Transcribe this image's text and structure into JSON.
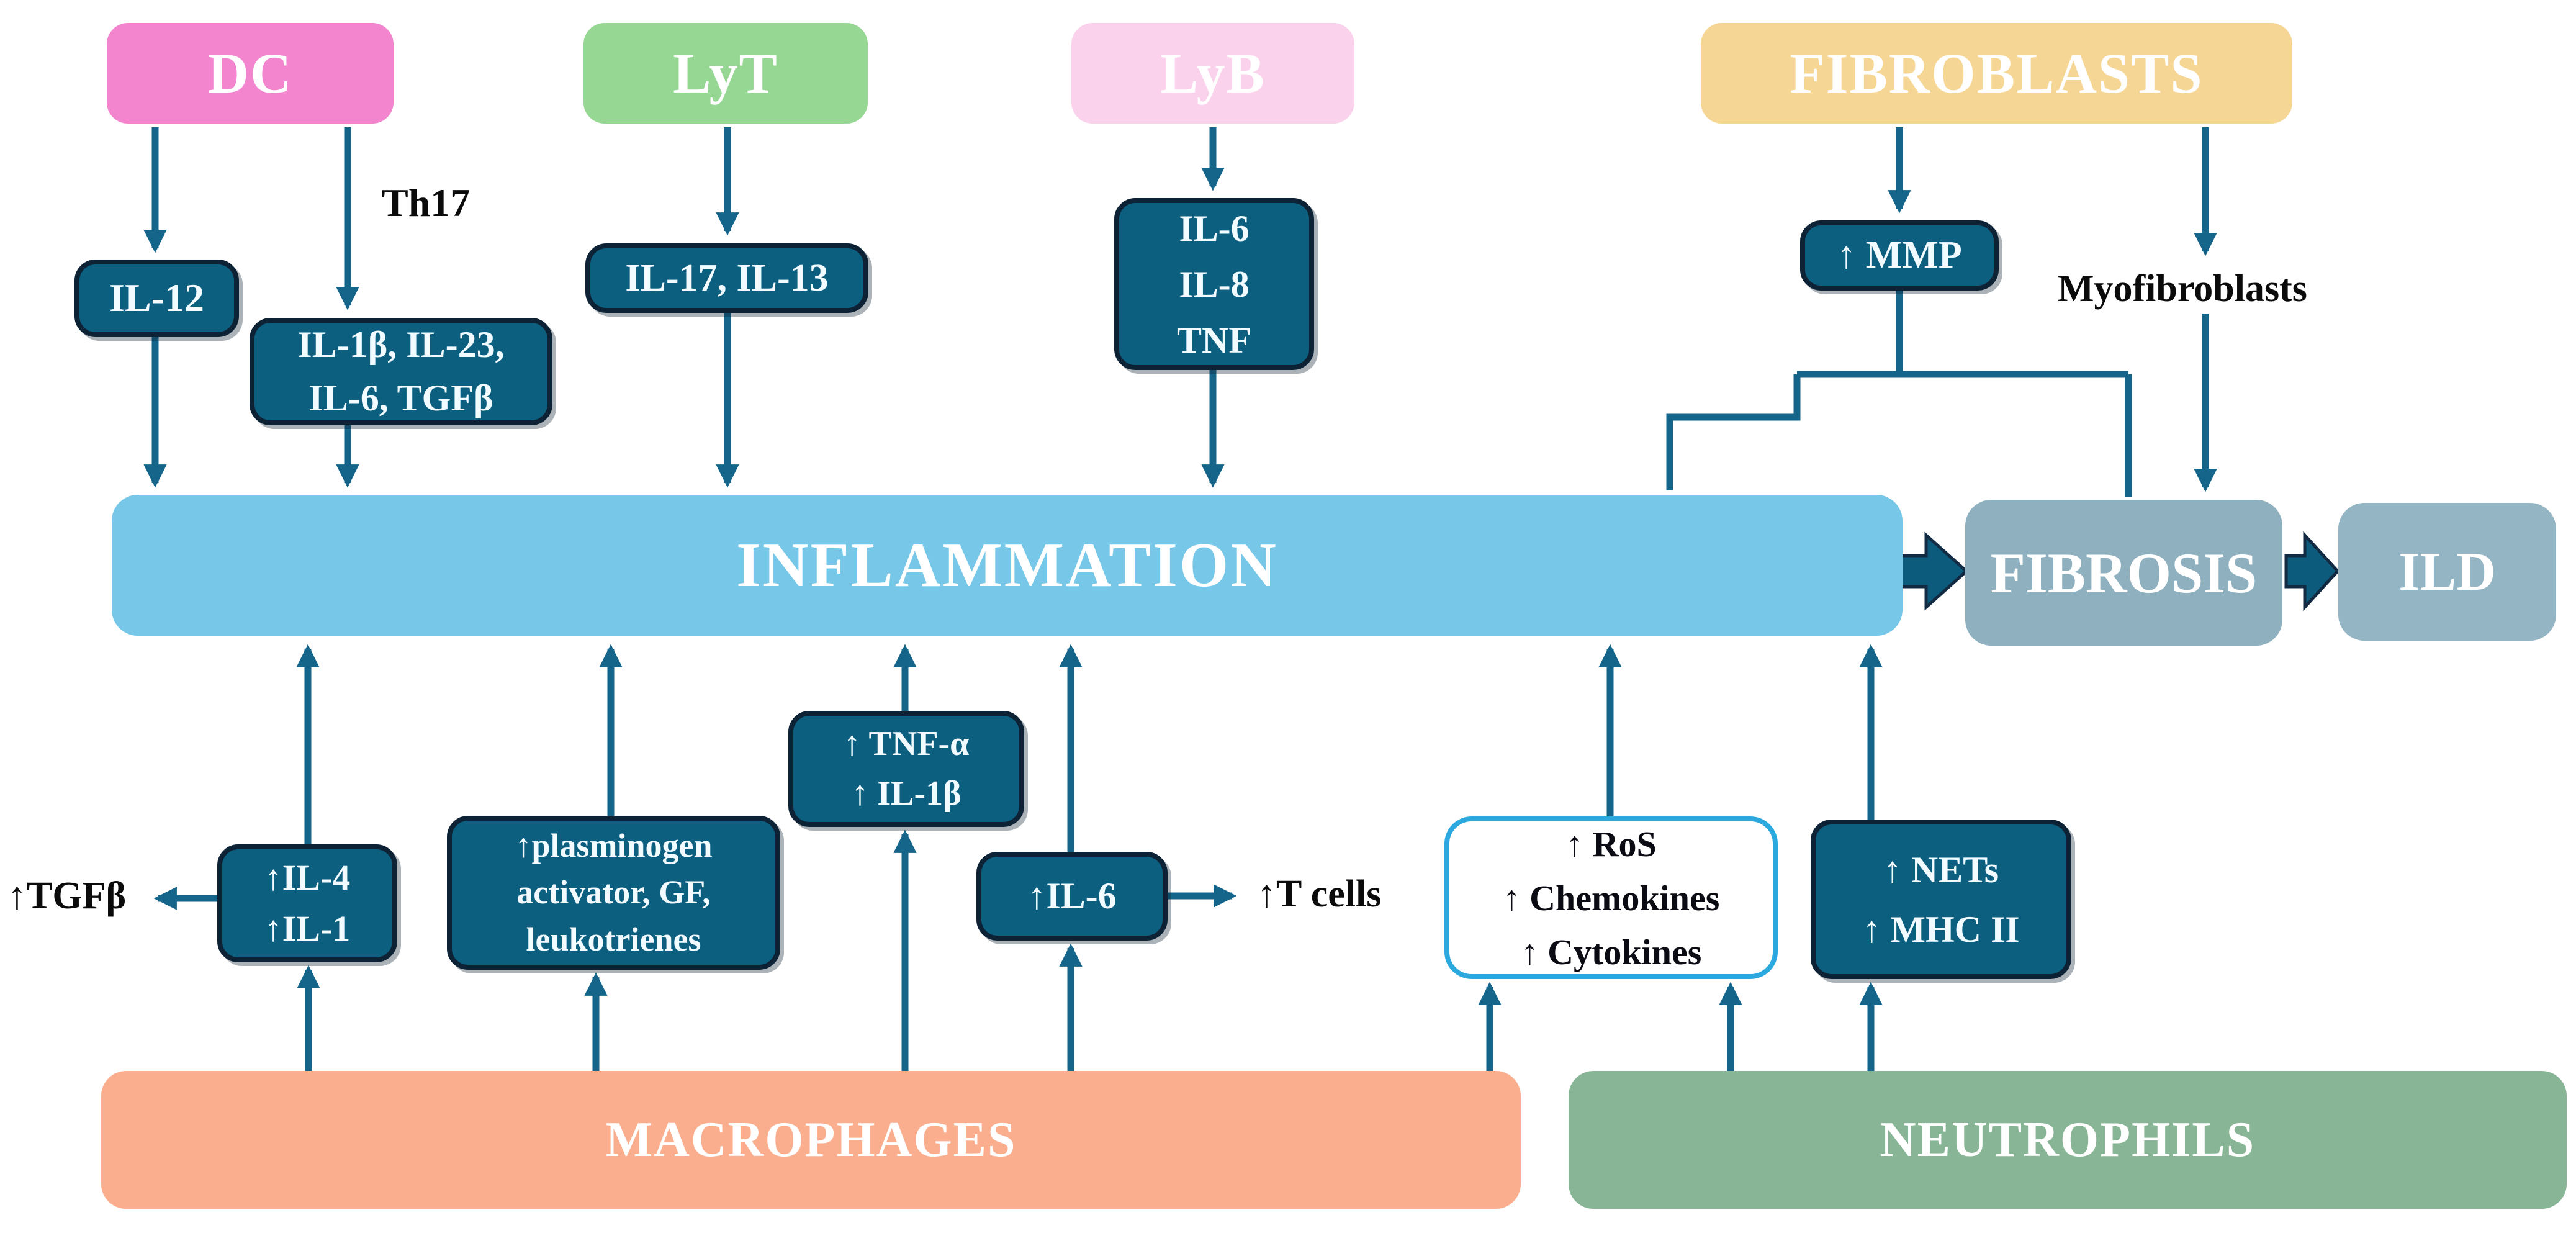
{
  "cells": {
    "dc": {
      "label": "DC"
    },
    "lyt": {
      "label": "LyT"
    },
    "lyb": {
      "label": "LyB"
    },
    "fibroblasts": {
      "label": "FIBROBLASTS"
    },
    "macrophages": {
      "label": "MACROPHAGES"
    },
    "neutrophils": {
      "label": "NEUTROPHILS"
    }
  },
  "mediators": {
    "il12": {
      "lines": [
        "IL-12"
      ]
    },
    "dc_th17": {
      "lines": [
        "IL-1β, IL-23,",
        "IL-6, TGFβ"
      ]
    },
    "il17_il13": {
      "lines": [
        "IL-17, IL-13"
      ]
    },
    "lyb_cytokines": {
      "lines": [
        "IL-6",
        "IL-8",
        "TNF"
      ]
    },
    "mmp": {
      "lines": [
        "↑ MMP"
      ]
    },
    "tnf_il1b": {
      "lines": [
        "↑ TNF-α",
        "↑ IL-1β"
      ]
    },
    "il4_il1": {
      "lines": [
        "↑IL-4",
        "↑IL-1"
      ]
    },
    "plasminogen": {
      "lines": [
        "↑plasminogen",
        "activator, GF,",
        "leukotrienes"
      ]
    },
    "il6": {
      "lines": [
        "↑IL-6"
      ]
    },
    "ros": {
      "lines": [
        "↑ RoS",
        "↑ Chemokines",
        "↑ Cytokines"
      ]
    },
    "nets": {
      "lines": [
        "↑ NETs",
        "↑ MHC II"
      ]
    }
  },
  "outcomes": {
    "inflammation": {
      "label": "INFLAMMATION"
    },
    "fibrosis": {
      "label": "FIBROSIS"
    },
    "ild": {
      "label": "ILD"
    }
  },
  "annotations": {
    "th17": "Th17",
    "myofibroblasts": "Myofibroblasts",
    "tgfb": "↑TGFβ",
    "tcells": "↑T cells"
  },
  "colors": {
    "connector_teal": "#15658a",
    "dark_box_fill": "#0d5f80",
    "dark_box_border": "#0d2235",
    "dc_pink": "#f285ce",
    "lyt_green": "#97d794",
    "lyb_pink": "#fbd2ec",
    "fibroblasts_tan": "#f6d694",
    "inflammation_blue": "#77c8e8",
    "fibrosis_gray": "#8fb0bf",
    "ild_gray": "#94b5c4",
    "macrophages_salmon": "#fbae8e",
    "neutrophils_green": "#88b595",
    "ros_border_cyan": "#2ba9df",
    "block_arrow_fill": "#0c5a7c"
  }
}
